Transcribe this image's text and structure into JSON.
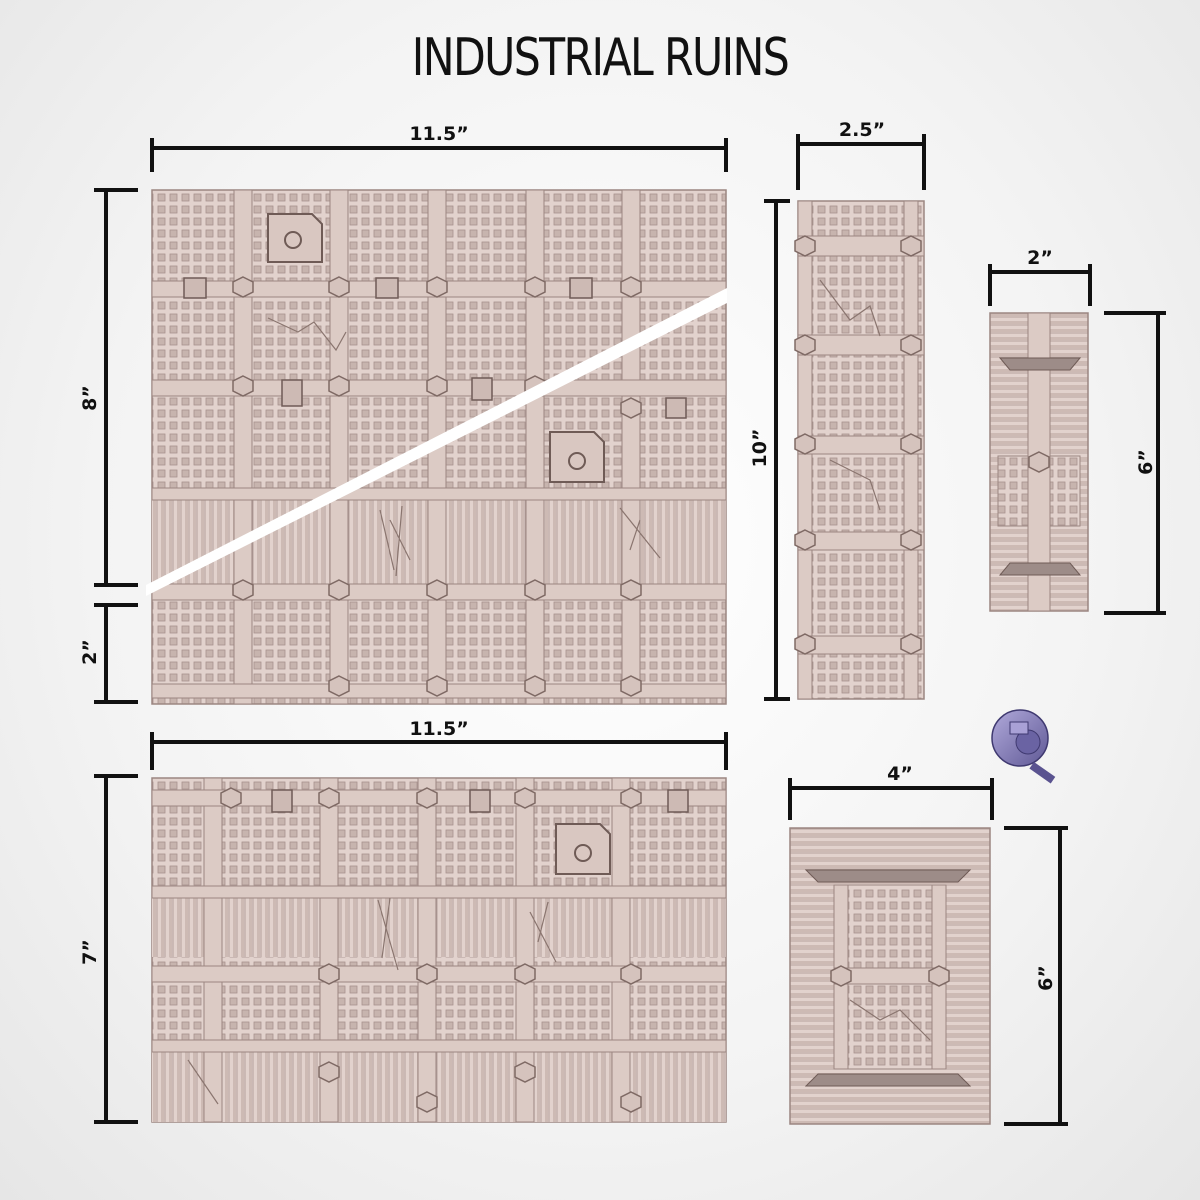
{
  "title": "INDUSTRIAL RUINS",
  "colors": {
    "tile": "#e2d2cd",
    "tile_dark": "#c7b4ae",
    "tile_line": "#9b8681",
    "dimension": "#111111",
    "miniature": "#8d86bd"
  },
  "tiles": [
    {
      "id": "tile-large-top",
      "dims": {
        "width": "11.5”",
        "height_main": "8”",
        "height_strip": "2”"
      }
    },
    {
      "id": "tile-tall",
      "dims": {
        "width": "2.5”",
        "height": "10”"
      }
    },
    {
      "id": "tile-small",
      "dims": {
        "width": "2”",
        "height": "6”"
      }
    },
    {
      "id": "tile-large-bottom",
      "dims": {
        "width": "11.5”",
        "height": "7”"
      }
    },
    {
      "id": "tile-medium",
      "dims": {
        "width": "4”",
        "height": "6”"
      }
    }
  ],
  "icons": {
    "miniature": "mech-miniature-icon"
  }
}
